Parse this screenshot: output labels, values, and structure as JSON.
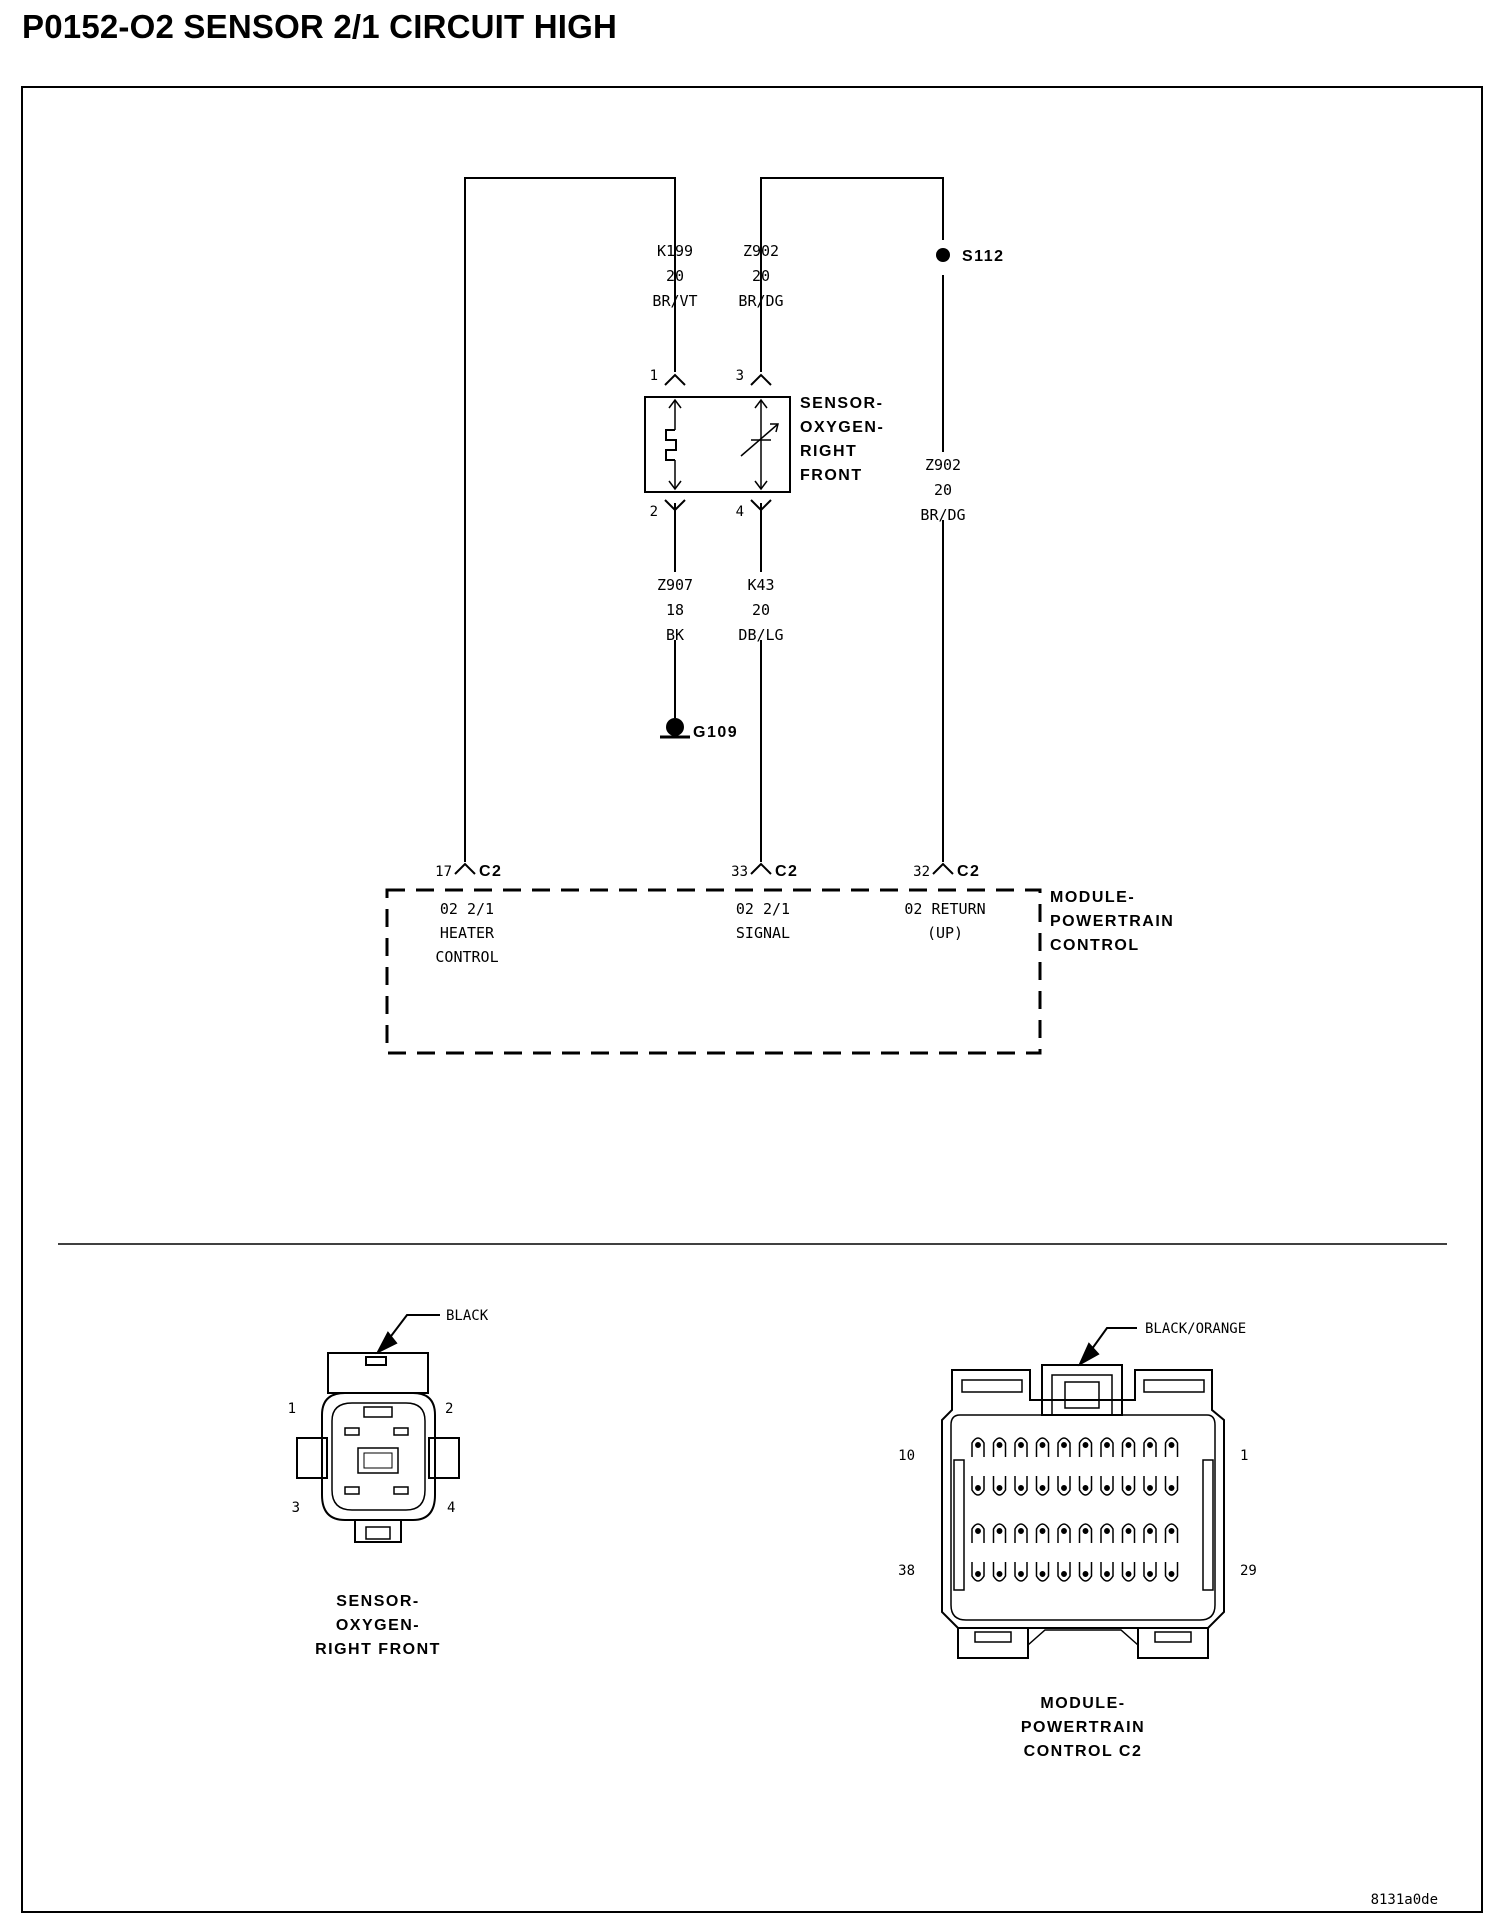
{
  "title": "P0152-O2 SENSOR 2/1 CIRCUIT HIGH",
  "wires": [
    {
      "circuit": "K199",
      "gauge": "20",
      "color": "BR/VT"
    },
    {
      "circuit": "Z902",
      "gauge": "20",
      "color": "BR/DG"
    },
    {
      "circuit": "Z902",
      "gauge": "20",
      "color": "BR/DG"
    },
    {
      "circuit": "Z907",
      "gauge": "18",
      "color": "BK"
    },
    {
      "circuit": "K43",
      "gauge": "20",
      "color": "DB/LG"
    }
  ],
  "splice": "S112",
  "ground": "G109",
  "sensor": {
    "label_lines": [
      "SENSOR-",
      "OXYGEN-",
      "RIGHT",
      "FRONT"
    ],
    "pins": [
      "1",
      "3",
      "2",
      "4"
    ]
  },
  "module": {
    "label_lines": [
      "MODULE-",
      "POWERTRAIN",
      "CONTROL"
    ],
    "connectors": [
      {
        "pin": "17",
        "connector": "C2",
        "desc_lines": [
          "02 2/1",
          "HEATER",
          "CONTROL"
        ]
      },
      {
        "pin": "33",
        "connector": "C2",
        "desc_lines": [
          "02 2/1",
          "SIGNAL"
        ]
      },
      {
        "pin": "32",
        "connector": "C2",
        "desc_lines": [
          "02 RETURN",
          "(UP)"
        ]
      }
    ]
  },
  "connector_views": [
    {
      "color_label": "BLACK",
      "pin_numbers": [
        "1",
        "2",
        "3",
        "4"
      ],
      "caption_lines": [
        "SENSOR-",
        "OXYGEN-",
        "RIGHT FRONT"
      ]
    },
    {
      "color_label": "BLACK/ORANGE",
      "pin_numbers": [
        "10",
        "1",
        "38",
        "29"
      ],
      "caption_lines": [
        "MODULE-",
        "POWERTRAIN",
        "CONTROL C2"
      ]
    }
  ],
  "figure_id": "8131a0de"
}
